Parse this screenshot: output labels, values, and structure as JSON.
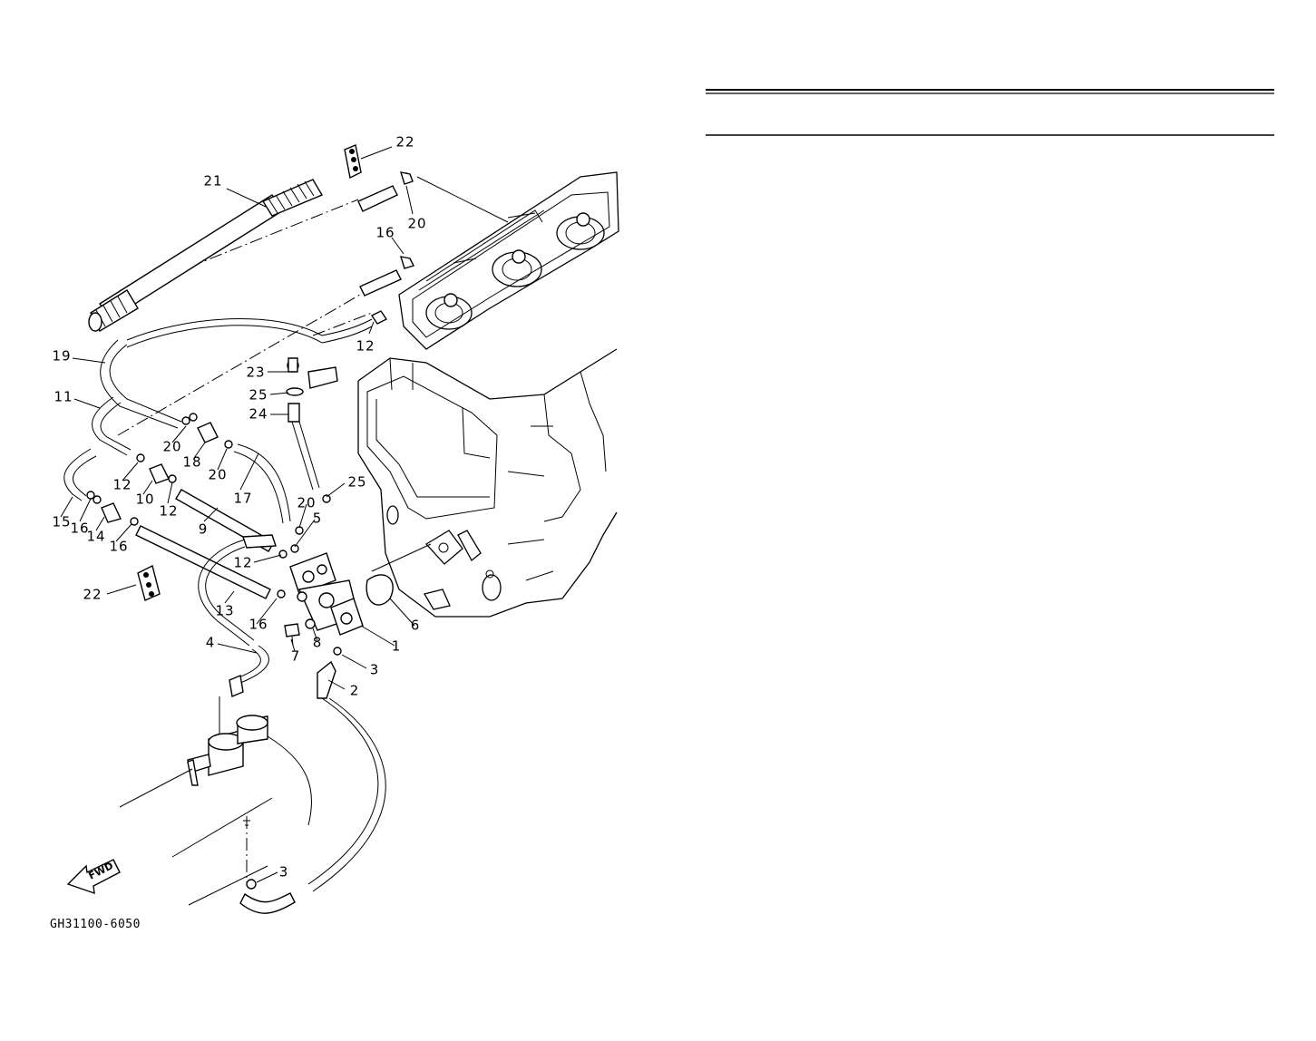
{
  "diagram": {
    "drawing_code": "GH31100-6050",
    "fwd_label": "FWD",
    "callouts": [
      "21",
      "22",
      "20",
      "16",
      "12",
      "19",
      "11",
      "23",
      "25",
      "24",
      "20",
      "18",
      "20",
      "12",
      "10",
      "12",
      "17",
      "15",
      "16",
      "14",
      "16",
      "9",
      "25",
      "20",
      "5",
      "12",
      "22",
      "13",
      "16",
      "4",
      "7",
      "8",
      "1",
      "6",
      "3",
      "2",
      "3"
    ]
  }
}
